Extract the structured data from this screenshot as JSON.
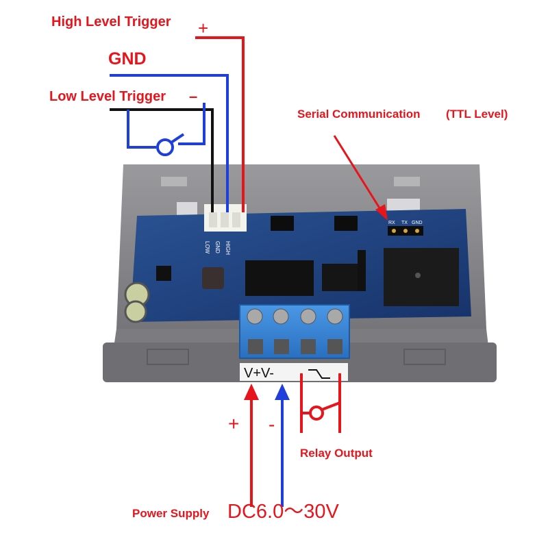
{
  "labels": {
    "high_level_trigger": "High Level Trigger",
    "high_sign": "+",
    "gnd": "GND",
    "low_level_trigger": "Low Level Trigger",
    "low_sign": "–",
    "serial_comm": "Serial Communication",
    "ttl_level": "(TTL Level)",
    "power_plus": "+",
    "power_minus": "-",
    "relay_output": "Relay Output",
    "power_supply": "Power Supply",
    "voltage": "DC6.0～30V"
  },
  "board": {
    "connector_pins": [
      "LOW",
      "GND",
      "HIGH"
    ],
    "serial_pins": [
      "RX",
      "TX",
      "GND"
    ],
    "terminal_label": "V+V-"
  },
  "colors": {
    "red": "#e8141b",
    "blue": "#1e3fd9",
    "black": "#111111",
    "enclosure": "#8a8a8d",
    "pcb": "#1a3c7a",
    "terminal": "#3a86d6"
  }
}
